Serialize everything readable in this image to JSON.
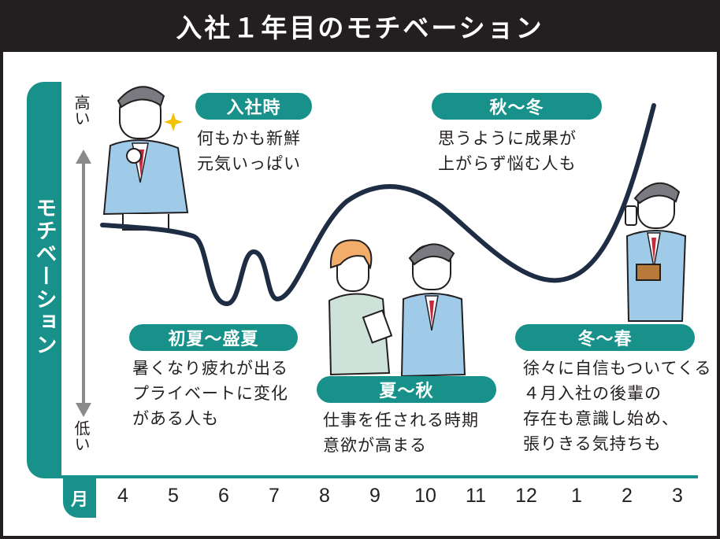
{
  "title": "入社１年目のモチベーション",
  "axis": {
    "vertical_label": "モチベーション",
    "high_label": "高い",
    "low_label": "低い",
    "month_label": "月",
    "months": [
      "4",
      "5",
      "6",
      "7",
      "8",
      "9",
      "10",
      "11",
      "12",
      "1",
      "2",
      "3"
    ]
  },
  "phases": [
    {
      "title": "入社時",
      "lines": [
        "何もかも新鮮",
        "元気いっぱい"
      ]
    },
    {
      "title": "初夏～盛夏",
      "lines": [
        "暑くなり疲れが出る",
        "プライベートに変化",
        "がある人も"
      ]
    },
    {
      "title": "夏～秋",
      "lines": [
        "仕事を任される時期",
        "意欲が高まる"
      ]
    },
    {
      "title": "秋～冬",
      "lines": [
        "思うように成果が",
        "上がらず悩む人も"
      ]
    },
    {
      "title": "冬～春",
      "lines": [
        "徐々に自信もついてくる",
        "４月入社の後輩の",
        "存在も意識し始め、",
        "張りきる気持ちも"
      ]
    }
  ],
  "colors": {
    "accent": "#17918a",
    "dark": "#231f20",
    "suit": "#9fcbe9",
    "hair": "#7a7a80"
  }
}
